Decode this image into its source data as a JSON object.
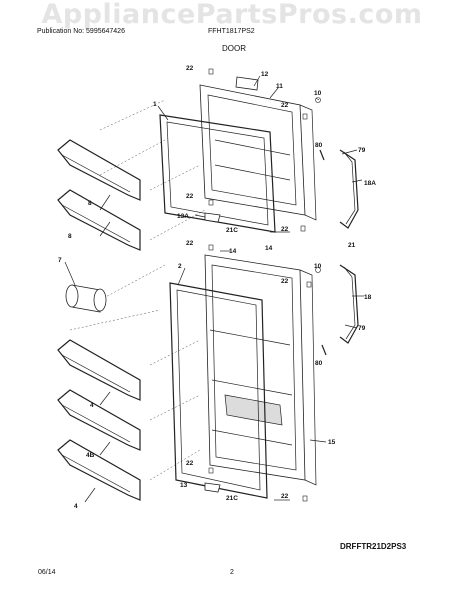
{
  "watermark": "AppliancePartsPros.com",
  "header": {
    "publication": "Publication No: 5995647426",
    "model": "FFHT1817PS2",
    "section": "DOOR"
  },
  "footer": {
    "diagram_code": "DRFFTR21D2PS3",
    "date": "06/14",
    "page": "2"
  },
  "callouts": {
    "c1": "1",
    "c2": "2",
    "c4a": "4",
    "c4b": "4",
    "c4c": "4B",
    "c7": "7",
    "c8a": "8",
    "c8b": "8",
    "c10a": "10",
    "c10b": "10",
    "c11": "11",
    "c12": "12",
    "c13": "13",
    "c13a": "13A",
    "c14a": "14",
    "c14b": "14",
    "c15": "15",
    "c18": "18",
    "c18a": "18A",
    "c21": "21",
    "c21ca": "21C",
    "c21cb": "21C",
    "c22a": "22",
    "c22b": "22",
    "c22c": "22",
    "c22d": "22",
    "c22e": "22",
    "c22f": "22",
    "c22g": "22",
    "c22h": "22",
    "c79a": "79",
    "c79b": "79",
    "c80a": "80",
    "c80b": "80"
  }
}
